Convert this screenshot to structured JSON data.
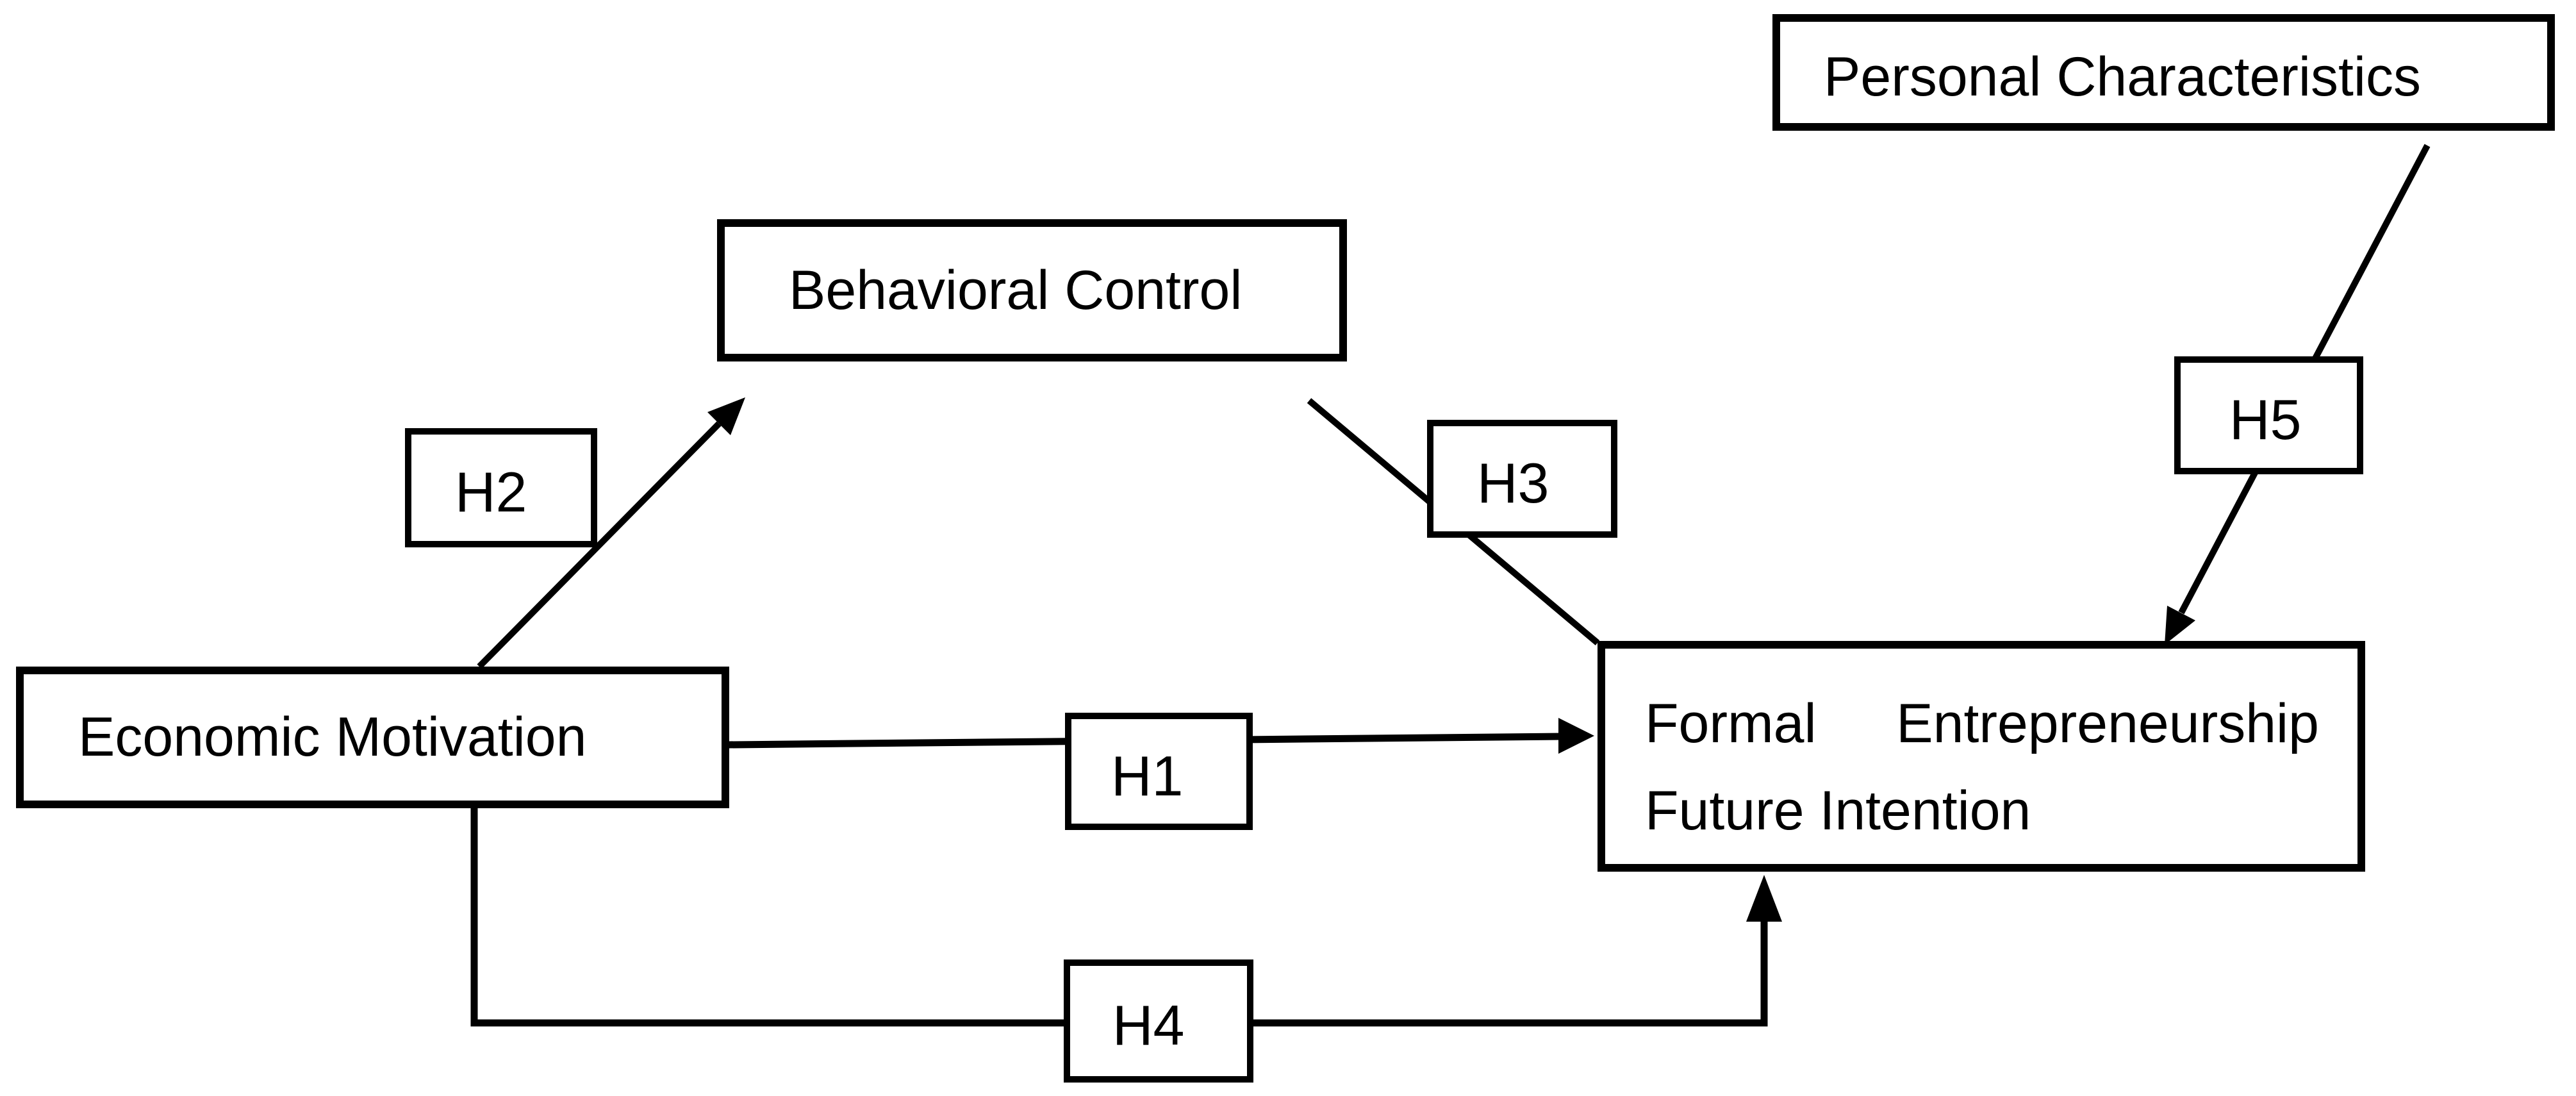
{
  "canvas": {
    "background_color": "#ffffff",
    "line_color": "#000000",
    "box_fill_color": "#ffffff"
  },
  "diagram": {
    "type": "hypothesis-path-model",
    "nodes": {
      "personal_characteristics": {
        "label": "Personal Characteristics"
      },
      "behavioral_control": {
        "label": "Behavioral Control"
      },
      "economic_motivation": {
        "label": "Economic Motivation"
      },
      "future_intention": {
        "line1_left": "Formal",
        "line1_right": "Entrepreneurship",
        "line2": "Future Intention"
      }
    },
    "hypotheses": {
      "h1": {
        "label": "H1"
      },
      "h2": {
        "label": "H2"
      },
      "h3": {
        "label": "H3"
      },
      "h4": {
        "label": "H4"
      },
      "h5": {
        "label": "H5"
      }
    },
    "edges": [
      {
        "from": "economic_motivation",
        "to": "future_intention",
        "label": "H1",
        "arrowhead": true,
        "route": "straight-horizontal"
      },
      {
        "from": "economic_motivation",
        "to": "behavioral_control",
        "label": "H2",
        "arrowhead": true,
        "route": "diagonal-up"
      },
      {
        "from": "behavioral_control",
        "to": "future_intention",
        "label": "H3",
        "arrowhead": false,
        "route": "diagonal-down"
      },
      {
        "from": "economic_motivation",
        "to": "future_intention",
        "label": "H4",
        "arrowhead": true,
        "route": "down-right-up-elbow"
      },
      {
        "from": "personal_characteristics",
        "to": "future_intention",
        "label": "H5",
        "arrowhead": true,
        "route": "diagonal-down"
      }
    ]
  }
}
